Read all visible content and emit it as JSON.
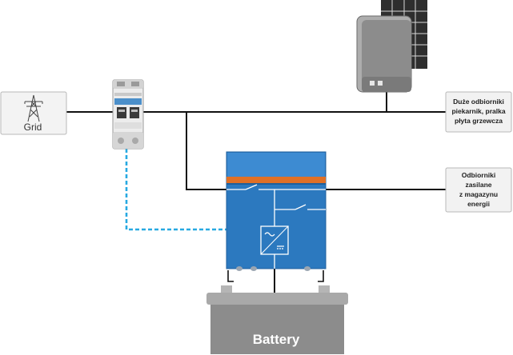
{
  "grid": {
    "label": "Grid"
  },
  "loads": {
    "heavy": {
      "lines": [
        "Duże odbiorniki",
        "piekarnik, pralka",
        "płyta grzewcza"
      ]
    },
    "backup": {
      "lines": [
        "Odbiorniki",
        "zasilane",
        "z magazynu",
        "energii"
      ]
    }
  },
  "battery": {
    "label": "Battery"
  },
  "colors": {
    "inverter_blue": "#2c79bf",
    "inverter_band": "#e07026",
    "comm_cable": "#27a9e1",
    "wiring": "#111111"
  }
}
